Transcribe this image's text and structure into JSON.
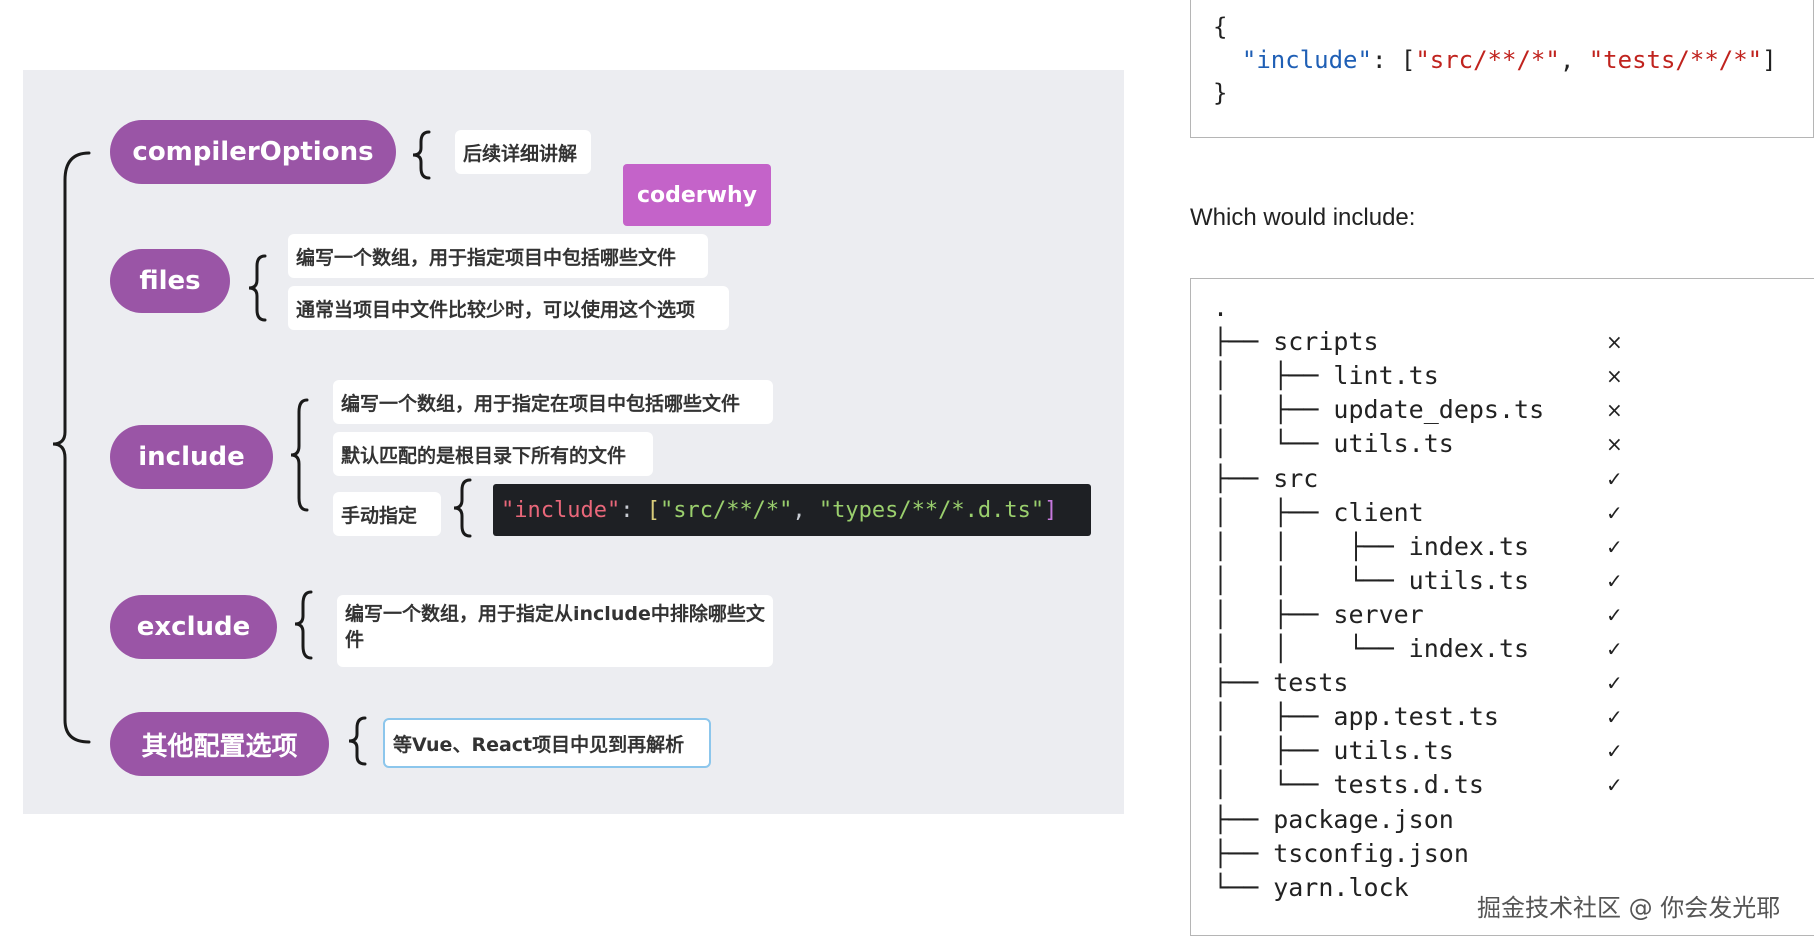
{
  "mindmap": {
    "topics": {
      "compilerOptions": "compilerOptions",
      "files": "files",
      "include": "include",
      "exclude": "exclude",
      "other": "其他配置选项"
    },
    "badge": "coderwhy",
    "notes": {
      "compiler_detail": "后续详细讲解",
      "files_array": "编写一个数组，用于指定项目中包括哪些文件",
      "files_few": "通常当项目中文件比较少时，可以使用这个选项",
      "include_array": "编写一个数组，用于指定在项目中包括哪些文件",
      "include_default": "默认匹配的是根目录下所有的文件",
      "include_manual": "手动指定",
      "exclude_array": "编写一个数组，用于指定从include中排除哪些文件",
      "other_detail": "等Vue、React项目中见到再解析"
    },
    "code_snippet": {
      "key": "\"include\"",
      "colon": ": ",
      "open": "[",
      "val1": "\"src/**/*\"",
      "comma": ", ",
      "val2": "\"types/**/*.d.ts\"",
      "close": "]"
    },
    "colors": {
      "topic": "#9a55a6",
      "badge": "#c463c9",
      "panel": "#ecedf1"
    }
  },
  "right_panel": {
    "code": {
      "open_brace": "{",
      "key": "\"include\"",
      "colon": ": ",
      "open": "[",
      "val1": "\"src/**/*\"",
      "comma": ", ",
      "val2": "\"tests/**/*\"",
      "close": "]",
      "close_brace": "}"
    },
    "which_text": "Which would include:",
    "tree": [
      {
        "text": ".",
        "mark": ""
      },
      {
        "text": "├── scripts",
        "mark": "×"
      },
      {
        "text": "│   ├── lint.ts",
        "mark": "×"
      },
      {
        "text": "│   ├── update_deps.ts",
        "mark": "×"
      },
      {
        "text": "│   └── utils.ts",
        "mark": "×"
      },
      {
        "text": "├── src",
        "mark": "✓"
      },
      {
        "text": "│   ├── client",
        "mark": "✓"
      },
      {
        "text": "│   │    ├── index.ts",
        "mark": "✓"
      },
      {
        "text": "│   │    └── utils.ts",
        "mark": "✓"
      },
      {
        "text": "│   ├── server",
        "mark": "✓"
      },
      {
        "text": "│   │    └── index.ts",
        "mark": "✓"
      },
      {
        "text": "├── tests",
        "mark": "✓"
      },
      {
        "text": "│   ├── app.test.ts",
        "mark": "✓"
      },
      {
        "text": "│   ├── utils.ts",
        "mark": "✓"
      },
      {
        "text": "│   └── tests.d.ts",
        "mark": "✓"
      },
      {
        "text": "├── package.json",
        "mark": ""
      },
      {
        "text": "├── tsconfig.json",
        "mark": ""
      },
      {
        "text": "└── yarn.lock",
        "mark": ""
      }
    ]
  },
  "watermark": "掘金技术社区 @ 你会发光耶"
}
